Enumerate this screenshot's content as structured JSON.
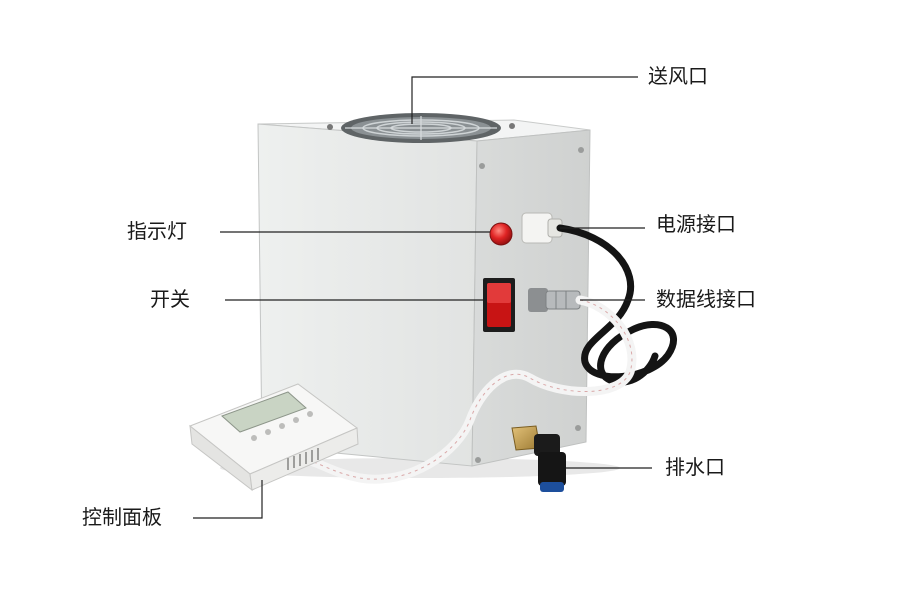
{
  "callouts": {
    "air_outlet": "送风口",
    "power_port": "电源接口",
    "data_port": "数据线接口",
    "drain": "排水口",
    "indicator": "指示灯",
    "switch": "开关",
    "control_panel": "控制面板"
  },
  "colors": {
    "background": "#ffffff",
    "cabinet_front": "#e9ebea",
    "cabinet_side": "#d6d8d7",
    "cabinet_top": "#f2f3f3",
    "indicator_red": "#d92020",
    "switch_red": "#c81414",
    "panel_screen": "#c9d4c4",
    "cable": "#141414",
    "leader_line": "#222222"
  }
}
